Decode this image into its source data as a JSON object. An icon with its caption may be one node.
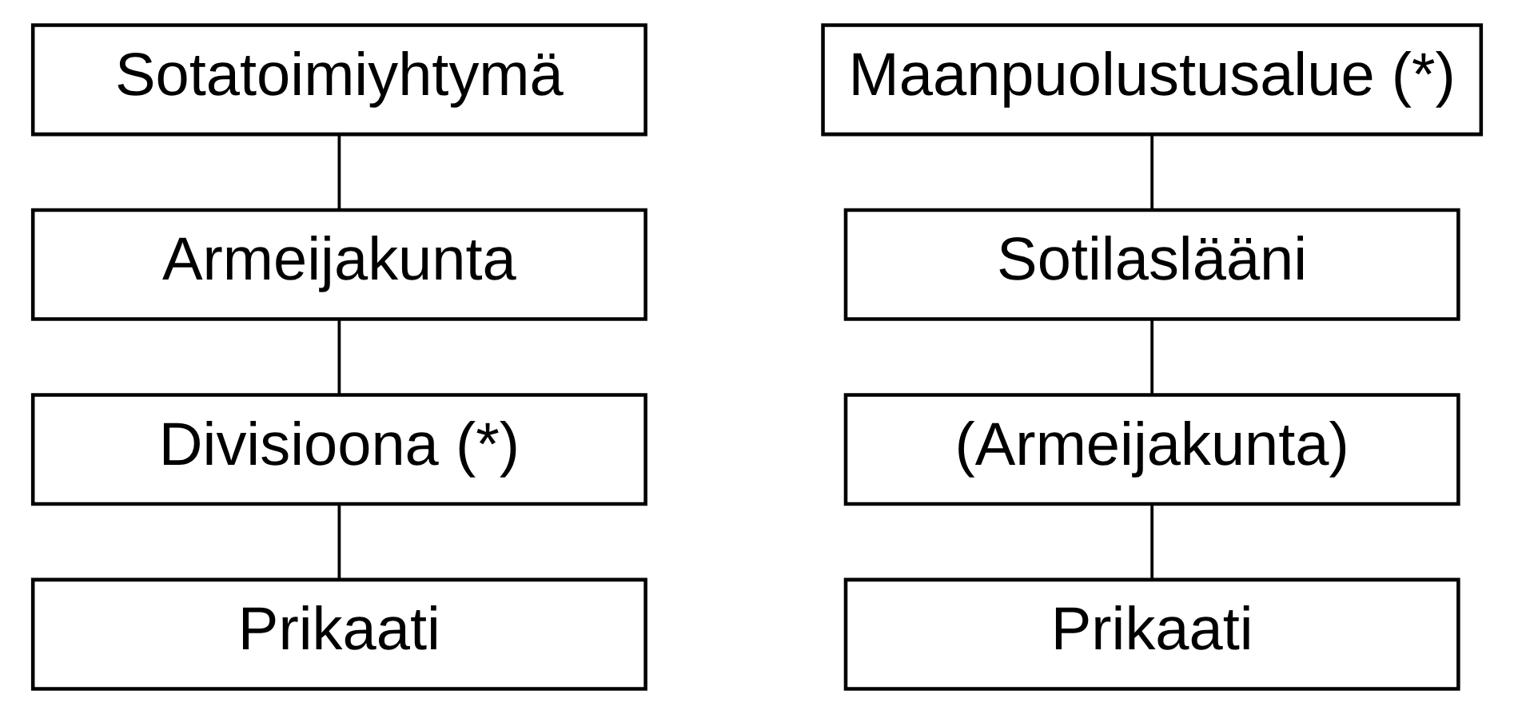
{
  "diagram": {
    "nodes": [
      {
        "text": [
          "Sotatoimiyhtymä"
        ]
      },
      {
        "text": [
          "Armeijakunta"
        ]
      },
      {
        "text": [
          "Divisioona (*)"
        ]
      },
      {
        "text": [
          "Prikaati"
        ]
      },
      {
        "text": [
          "Maanpuolustusalue (*)"
        ]
      },
      {
        "text": [
          "Sotilaslääni"
        ]
      },
      {
        "text": [
          "(Armeijakunta)"
        ]
      },
      {
        "text": [
          "Prikaati"
        ]
      }
    ],
    "edges": [
      {
        "from": 0,
        "to": 1,
        "arrow": "none"
      },
      {
        "from": 1,
        "to": 2,
        "arrow": "none"
      },
      {
        "from": 2,
        "to": 3,
        "arrow": "none"
      },
      {
        "from": 4,
        "to": 5,
        "arrow": "none"
      },
      {
        "from": 5,
        "to": 6,
        "arrow": "none"
      },
      {
        "from": 6,
        "to": 7,
        "arrow": "none"
      }
    ]
  }
}
